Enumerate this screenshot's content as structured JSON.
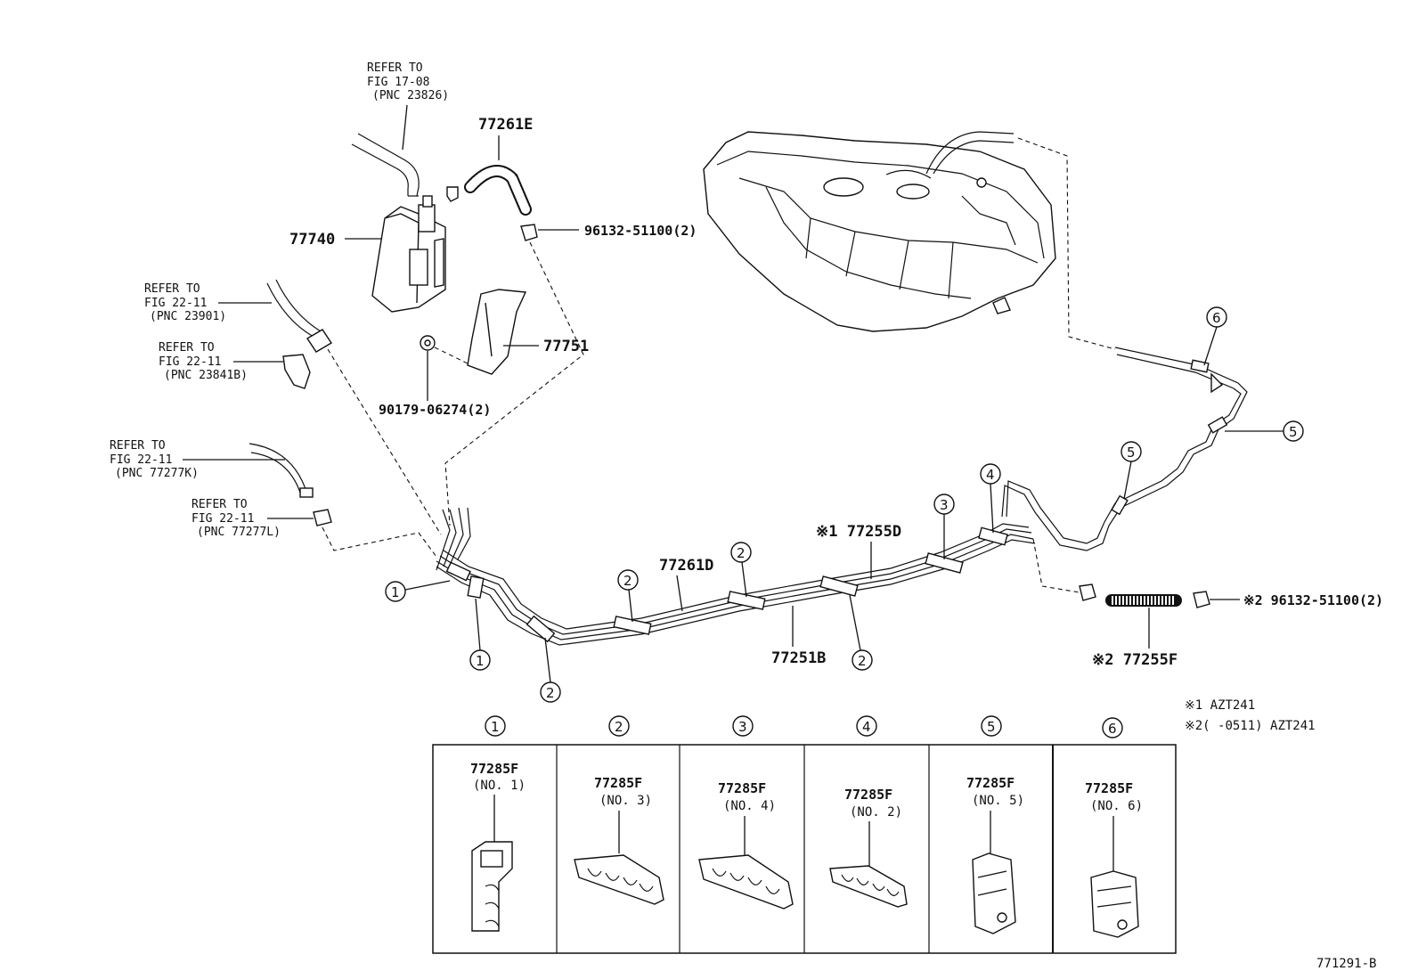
{
  "figure_id": "771291-B",
  "notes": {
    "note1": "※1 AZT241",
    "note2": "※2(   -0511) AZT241"
  },
  "refs": {
    "ref_17_08": {
      "line1": "REFER TO",
      "line2": "FIG 17-08",
      "line3": "(PNC 23826)"
    },
    "ref_22_11_a": {
      "line1": "REFER TO",
      "line2": "FIG 22-11",
      "line3": "(PNC 23901)"
    },
    "ref_22_11_b": {
      "line1": "REFER TO",
      "line2": "FIG 22-11",
      "line3": "(PNC 23841B)"
    },
    "ref_22_11_c": {
      "line1": "REFER TO",
      "line2": "FIG 22-11",
      "line3": "(PNC 77277K)"
    },
    "ref_22_11_d": {
      "line1": "REFER TO",
      "line2": "FIG 22-11",
      "line3": "(PNC 77277L)"
    }
  },
  "parts": {
    "p77261E": "77261E",
    "p77740": "77740",
    "p96132": "96132-51100(2)",
    "p77751": "77751",
    "p90179": "90179-06274(2)",
    "p77261D": "77261D",
    "p77255D": "※1 77255D",
    "p77251B": "77251B",
    "p77255F": "※2 77255F",
    "p96132b": "※2 96132-51100(2)"
  },
  "callouts": {
    "c1": "1",
    "c2": "2",
    "c3": "3",
    "c4": "4",
    "c5": "5",
    "c6": "6"
  },
  "clamps": [
    {
      "num": "1",
      "part": "77285F",
      "sub": "(NO. 1)"
    },
    {
      "num": "2",
      "part": "77285F",
      "sub": "(NO. 3)"
    },
    {
      "num": "3",
      "part": "77285F",
      "sub": "(NO. 4)"
    },
    {
      "num": "4",
      "part": "77285F",
      "sub": "(NO. 2)"
    },
    {
      "num": "5",
      "part": "77285F",
      "sub": "(NO. 5)"
    },
    {
      "num": "6",
      "part": "77285F",
      "sub": "(NO. 6)"
    }
  ]
}
